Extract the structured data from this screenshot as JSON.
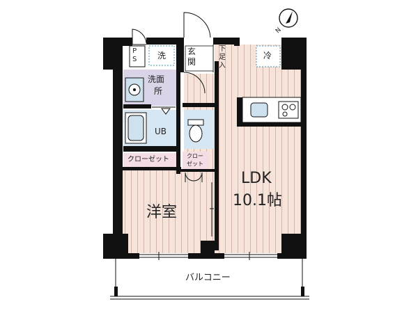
{
  "rooms": {
    "ldk_name": "LDK",
    "ldk_size": "10.1帖",
    "western_room": "洋室",
    "closet_main": "クローゼット",
    "closet_small_line1": "クロー",
    "closet_small_line2": "ゼット",
    "washroom_line1": "洗面",
    "washroom_line2": "所",
    "unit_bath": "UB",
    "entrance": [
      "玄",
      "関"
    ],
    "shoe_box": [
      "下",
      "足",
      "入"
    ],
    "pipe_space": [
      "P",
      "S"
    ],
    "washer": "洗",
    "fridge": "冷",
    "balcony": "バルコニー"
  },
  "colors": {
    "wall": "#111111",
    "wood_floor": "#f6e3da",
    "wood_line": "#c9a99c",
    "tile_floor": "#dbd3e8",
    "bath_floor": "#d6e6f2",
    "closet_floor": "#f5dde5",
    "water_fixture": "#cde2ee"
  },
  "icons": {
    "north": "north-arrow-icon"
  },
  "compass": {
    "label": "N"
  }
}
